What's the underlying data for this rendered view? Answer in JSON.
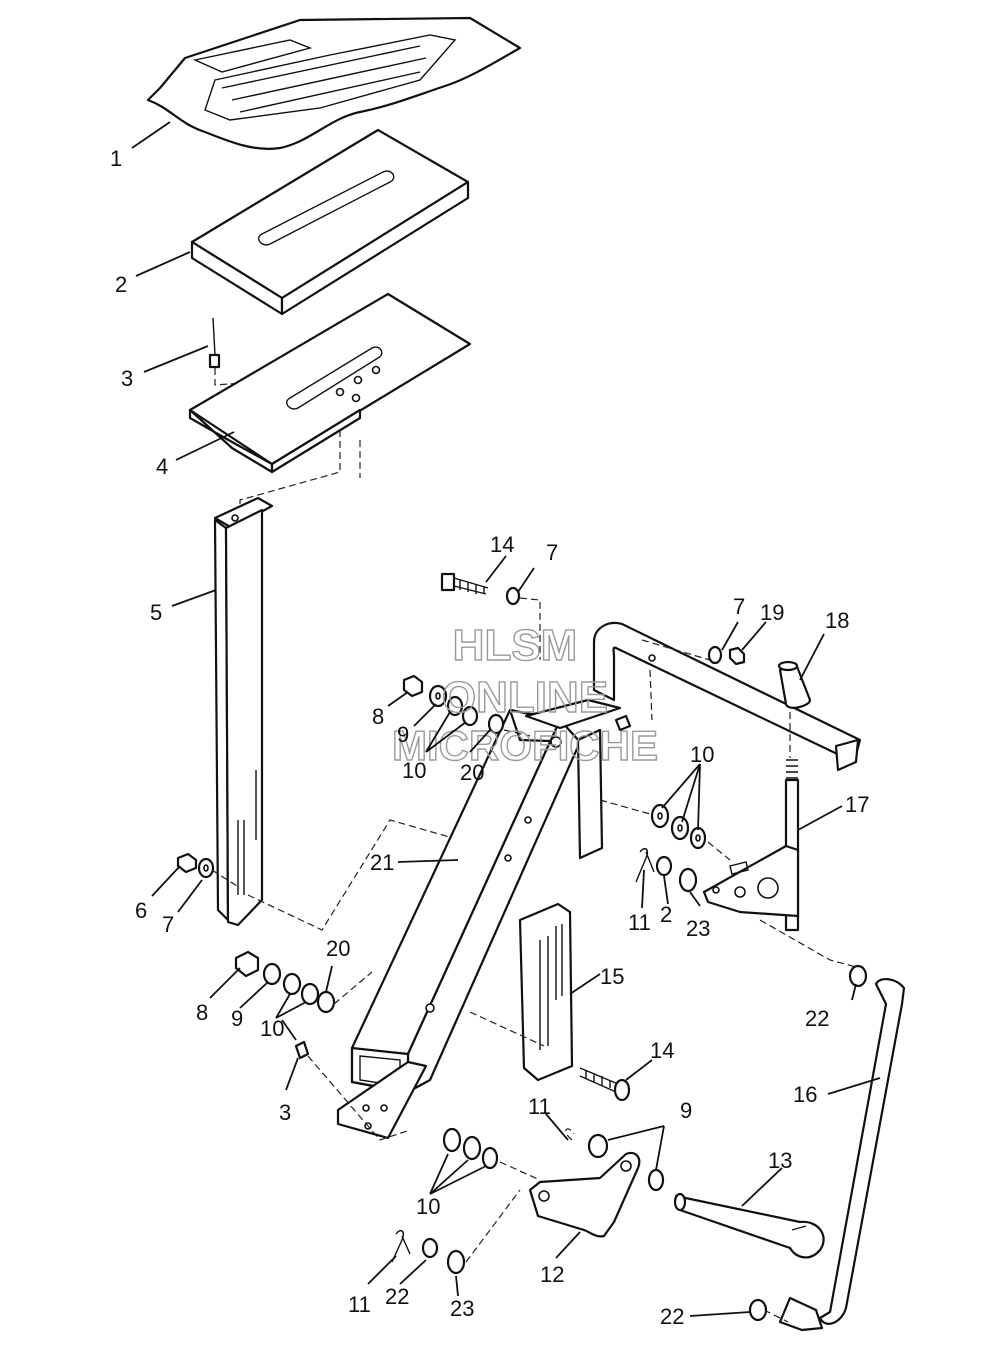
{
  "watermark": {
    "line1": "HLSM",
    "line2": "ONLINE",
    "line3": "MICROFICHE"
  },
  "callouts": {
    "c1": "1",
    "c2a": "2",
    "c2b": "2",
    "c3a": "3",
    "c3b": "3",
    "c4": "4",
    "c5": "5",
    "c6": "6",
    "c7a": "7",
    "c7b": "7",
    "c7c": "7",
    "c8a": "8",
    "c8b": "8",
    "c9a": "9",
    "c9b": "9",
    "c9c": "9",
    "c10a": "10",
    "c10b": "10",
    "c10c": "10",
    "c10d": "10",
    "c11a": "11",
    "c11b": "11",
    "c11c": "11",
    "c12": "12",
    "c13": "13",
    "c14a": "14",
    "c14b": "14",
    "c15": "15",
    "c16": "16",
    "c17": "17",
    "c18": "18",
    "c19": "19",
    "c20a": "20",
    "c20b": "20",
    "c21": "21",
    "c22a": "22",
    "c22b": "22",
    "c22c": "22",
    "c23a": "23",
    "c23b": "23"
  }
}
